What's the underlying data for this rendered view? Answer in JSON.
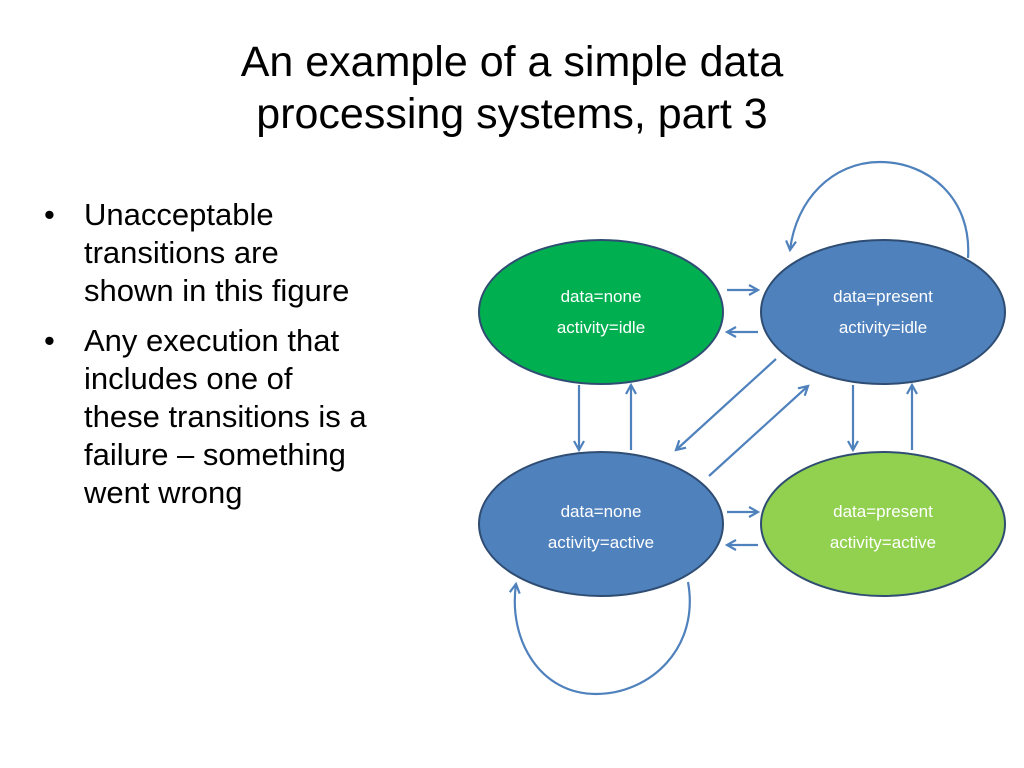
{
  "slide": {
    "title_lines": [
      "An example of a simple data",
      "processing systems, part 3"
    ],
    "bullets": [
      {
        "lines": [
          "Unacceptable",
          "transitions are",
          "shown in this figure"
        ]
      },
      {
        "lines": [
          "Any execution that",
          "includes one of",
          "these transitions is a",
          "failure – something",
          "went wrong"
        ]
      }
    ]
  },
  "diagram": {
    "colors": {
      "edge": "#4f81bd",
      "node_stroke": "#2f4d72",
      "dark_green": "#00b050",
      "blue": "#4f81bd",
      "light_green": "#92d050",
      "label": "#ffffff"
    },
    "nodes": {
      "none_idle": {
        "line1": "data=none",
        "line2": "activity=idle"
      },
      "present_idle": {
        "line1": "data=present",
        "line2": "activity=idle"
      },
      "none_active": {
        "line1": "data=none",
        "line2": "activity=active"
      },
      "present_active": {
        "line1": "data=present",
        "line2": "activity=active"
      }
    }
  }
}
